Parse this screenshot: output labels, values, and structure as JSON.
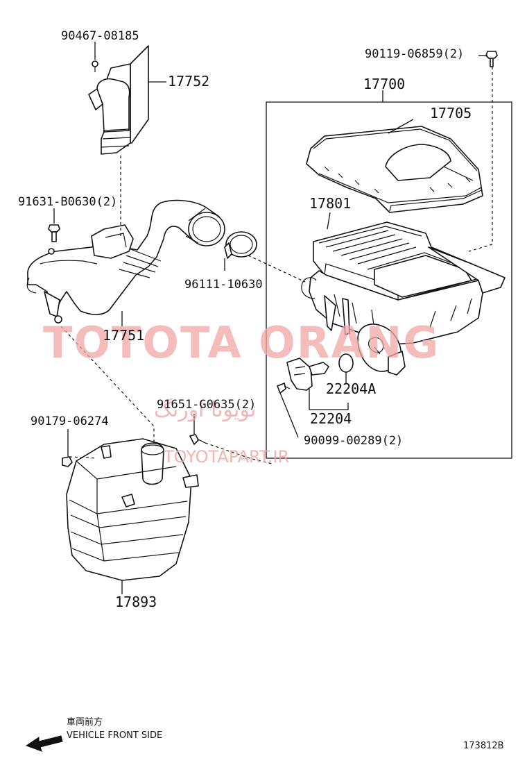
{
  "labels": {
    "p90467": "90467-08185",
    "p17752": "17752",
    "p90119": "90119-06859(2)",
    "p17700": "17700",
    "p17705": "17705",
    "p91631": "91631-B0630(2)",
    "p17801": "17801",
    "p96111": "96111-10630",
    "p17751": "17751",
    "p22204A": "22204A",
    "p22204": "22204",
    "p91651": "91651-G0635(2)",
    "p90179": "90179-06274",
    "p90099": "90099-00289(2)",
    "p17893": "17893"
  },
  "watermark": {
    "main": "TOTOTA ORANG",
    "persian": "تویوتا اورنگ",
    "url": "TOYOTAPART.IR"
  },
  "footer": {
    "jp": "車両前方",
    "en": "VEHICLE FRONT SIDE",
    "code": "173812B"
  },
  "colors": {
    "ink": "#111111",
    "watermark": "#f2a6a6"
  }
}
